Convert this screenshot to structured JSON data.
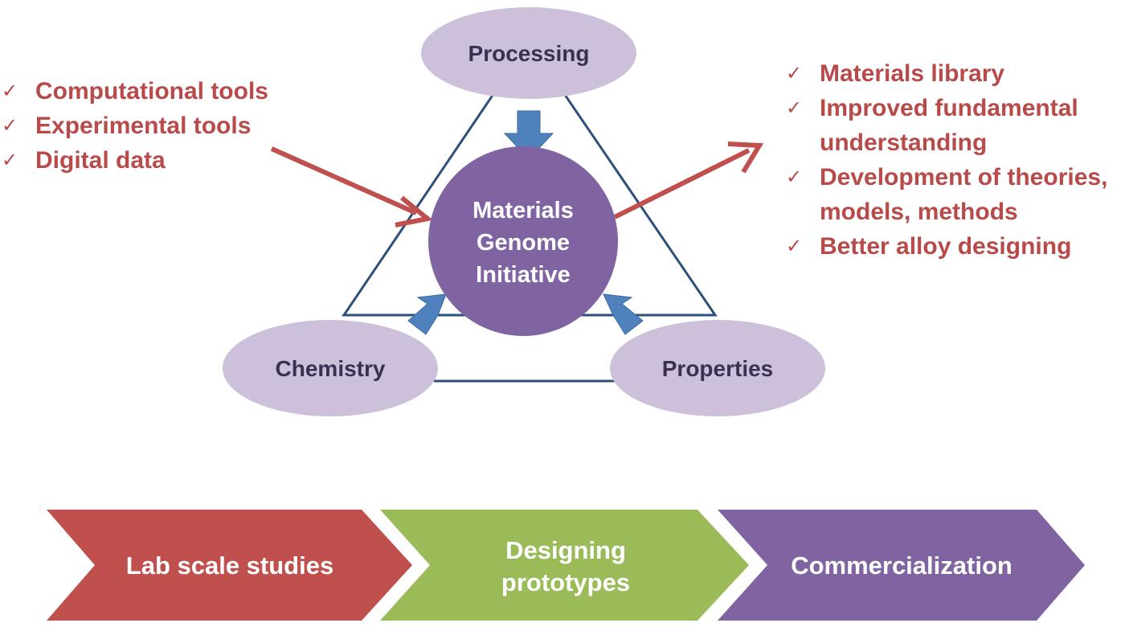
{
  "colors": {
    "accent_red": "#c0504d",
    "text_red": "#b84a4a",
    "ellipse_fill": "#ccc0da",
    "center_fill": "#8064a2",
    "triangle_line": "#2e4f7a",
    "block_arrow": "#4f81bd",
    "stage_green": "#9bbb59"
  },
  "nodes": {
    "processing": "Processing",
    "chemistry": "Chemistry",
    "properties": "Properties"
  },
  "center": {
    "line1": "Materials",
    "line2": "Genome",
    "line3": "Initiative"
  },
  "inputs": [
    "Computational tools",
    "Experimental tools",
    "Digital data"
  ],
  "outcomes": [
    "Materials library",
    "Improved fundamental understanding",
    "Development of theories, models, methods",
    "Better alloy designing"
  ],
  "check_mark": "✓",
  "stages": {
    "lab": "Lab scale studies",
    "design_line1": "Designing",
    "design_line2": "prototypes",
    "commercial": "Commercialization"
  }
}
